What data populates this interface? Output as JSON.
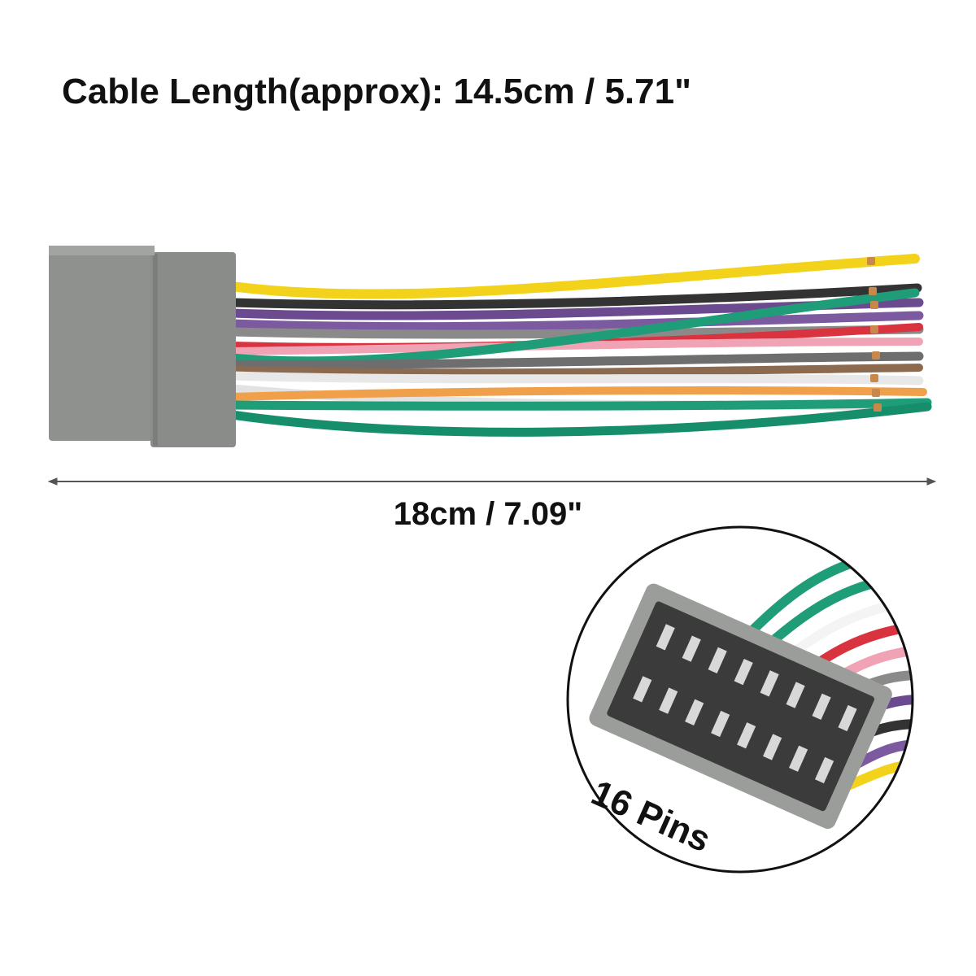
{
  "product": {
    "cable_length_text": "Cable Length(approx): 14.5cm / 5.71\"",
    "overall_length_text": "18cm / 7.09\"",
    "pin_count_text": "16 Pins"
  },
  "colors": {
    "connector_gray": "#8f918e",
    "wire_yellow": "#f2d21a",
    "wire_black": "#333333",
    "wire_purple": "#6b4a8f",
    "wire_gray": "#8a8a8a",
    "wire_red": "#d8333f",
    "wire_pink": "#f0a3b4",
    "wire_white": "#f4f4f4",
    "wire_green": "#1f9d78",
    "wire_orange": "#f0a04a",
    "wire_brown": "#8b6a4f",
    "dimension_line": "#555555"
  }
}
